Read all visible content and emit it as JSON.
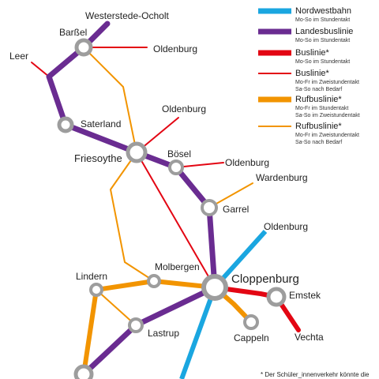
{
  "colors": {
    "nordwestbahn": "#1AA6E0",
    "landesbuslinie": "#6A2C91",
    "buslinie": "#E30613",
    "rufbuslinie": "#F29400",
    "station_ring": "#9D9D9D"
  },
  "legend": [
    {
      "title": "Nordwestbahn",
      "lines": [
        "Mo-So im Stundentakt"
      ],
      "color_key": "nordwestbahn",
      "style": "thick"
    },
    {
      "title": "Landesbuslinie",
      "lines": [
        "Mo-So im Stundentakt"
      ],
      "color_key": "landesbuslinie",
      "style": "thick"
    },
    {
      "title": "Buslinie*",
      "lines": [
        "Mo-So im Stundentakt"
      ],
      "color_key": "buslinie",
      "style": "thick"
    },
    {
      "title": "Buslinie*",
      "lines": [
        "Mo-Fr im Zweistundentakt",
        "Sa-So nach Bedarf"
      ],
      "color_key": "buslinie",
      "style": "thin"
    },
    {
      "title": "Rufbuslinie*",
      "lines": [
        "Mo-Fr im Stundentakt",
        "Sa-So im Zweistundentakt"
      ],
      "color_key": "rufbuslinie",
      "style": "thick"
    },
    {
      "title": "Rufbuslinie*",
      "lines": [
        "Mo-Fr im Zweistundentakt",
        "Sa-So nach Bedarf"
      ],
      "color_key": "rufbuslinie",
      "style": "thin"
    }
  ],
  "stations": {
    "barssel": "Barßel",
    "saterland": "Saterland",
    "friesoythe": "Friesoythe",
    "boesel": "Bösel",
    "garrel": "Garrel",
    "molbergen": "Molbergen",
    "lindern": "Lindern",
    "cloppenburg": "Cloppenburg",
    "emstek": "Emstek",
    "cappeln": "Cappeln",
    "lastrup": "Lastrup"
  },
  "destinations": {
    "westerstede": "Westerstede-Ocholt",
    "leer": "Leer",
    "oldenburg_barssel": "Oldenburg",
    "oldenburg_friesoythe": "Oldenburg",
    "oldenburg_boesel": "Oldenburg",
    "wardenburg": "Wardenburg",
    "oldenburg_rail": "Oldenburg",
    "vechta": "Vechta"
  },
  "footnote": "* Der Schüler_innenverkehr könnte die"
}
